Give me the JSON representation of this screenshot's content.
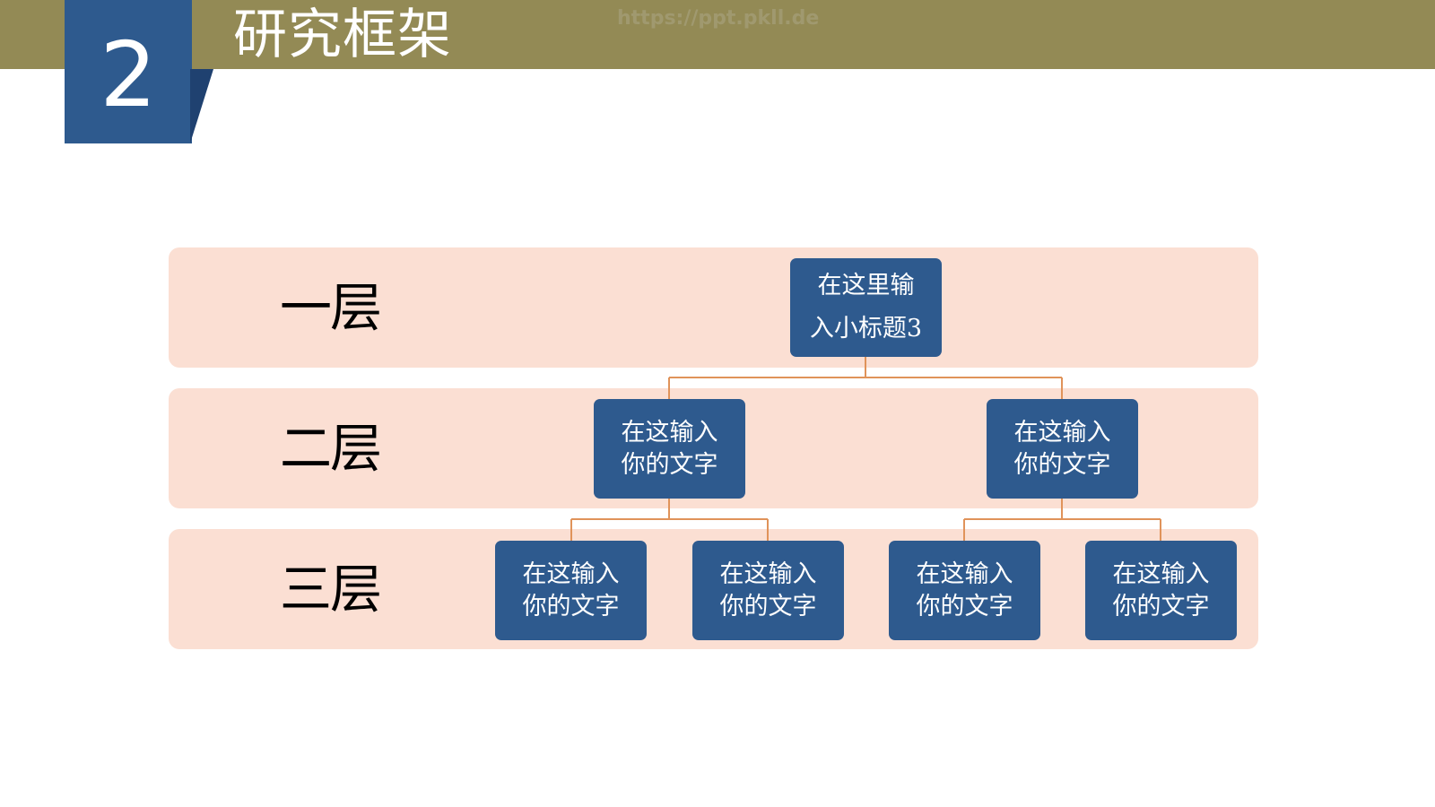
{
  "header": {
    "section_number": "2",
    "title": "研究框架",
    "watermark": "https://ppt.pkll.de"
  },
  "colors": {
    "band_top": "#938a55",
    "section_block": "#2e5a8e",
    "layer_band": "#fbdfd3",
    "node_fill": "#2e5a8e",
    "connector": "#e0935a"
  },
  "layers": [
    {
      "label": "一层"
    },
    {
      "label": "二层"
    },
    {
      "label": "三层"
    }
  ],
  "nodes": {
    "root": {
      "line1": "在这里输",
      "line2": "入小标题3"
    },
    "level2": [
      {
        "line1": "在这输入",
        "line2": "你的文字"
      },
      {
        "line1": "在这输入",
        "line2": "你的文字"
      }
    ],
    "level3": [
      {
        "line1": "在这输入",
        "line2": "你的文字"
      },
      {
        "line1": "在这输入",
        "line2": "你的文字"
      },
      {
        "line1": "在这输入",
        "line2": "你的文字"
      },
      {
        "line1": "在这输入",
        "line2": "你的文字"
      }
    ]
  }
}
